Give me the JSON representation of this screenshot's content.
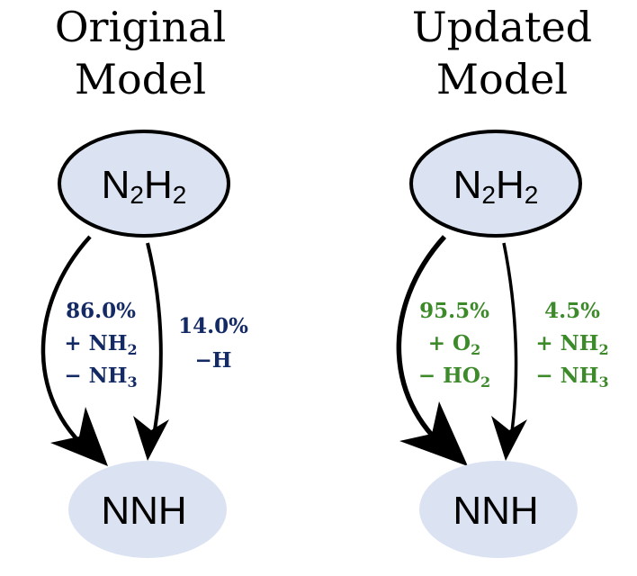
{
  "panels": [
    {
      "id": "original",
      "title_lines": [
        "Original",
        "Model"
      ],
      "label_color": "#142a64",
      "nodes": {
        "top": {
          "text": "N",
          "sub": "2",
          "text2": "H",
          "sub2": "2"
        },
        "bottom": {
          "text": "NNH"
        }
      },
      "edges": [
        {
          "lines": [
            {
              "text": "86.0%"
            },
            {
              "text": "+ NH",
              "sub": "2"
            },
            {
              "text": "− NH",
              "sub": "3"
            }
          ]
        },
        {
          "lines": [
            {
              "text": "14.0%"
            },
            {
              "text": "−H"
            }
          ]
        }
      ]
    },
    {
      "id": "updated",
      "title_lines": [
        "Updated",
        "Model"
      ],
      "label_color": "#3d8a2a",
      "nodes": {
        "top": {
          "text": "N",
          "sub": "2",
          "text2": "H",
          "sub2": "2"
        },
        "bottom": {
          "text": "NNH"
        }
      },
      "edges": [
        {
          "lines": [
            {
              "text": "95.5%"
            },
            {
              "text": "+ O",
              "sub": "2"
            },
            {
              "text": "− HO",
              "sub": "2"
            }
          ]
        },
        {
          "lines": [
            {
              "text": "4.5%"
            },
            {
              "text": "+ NH",
              "sub": "2"
            },
            {
              "text": "− NH",
              "sub": "3"
            }
          ]
        }
      ]
    }
  ],
  "colors": {
    "node_fill": "#dbe3f2",
    "node_stroke": "#000000",
    "arrow": "#000000"
  }
}
